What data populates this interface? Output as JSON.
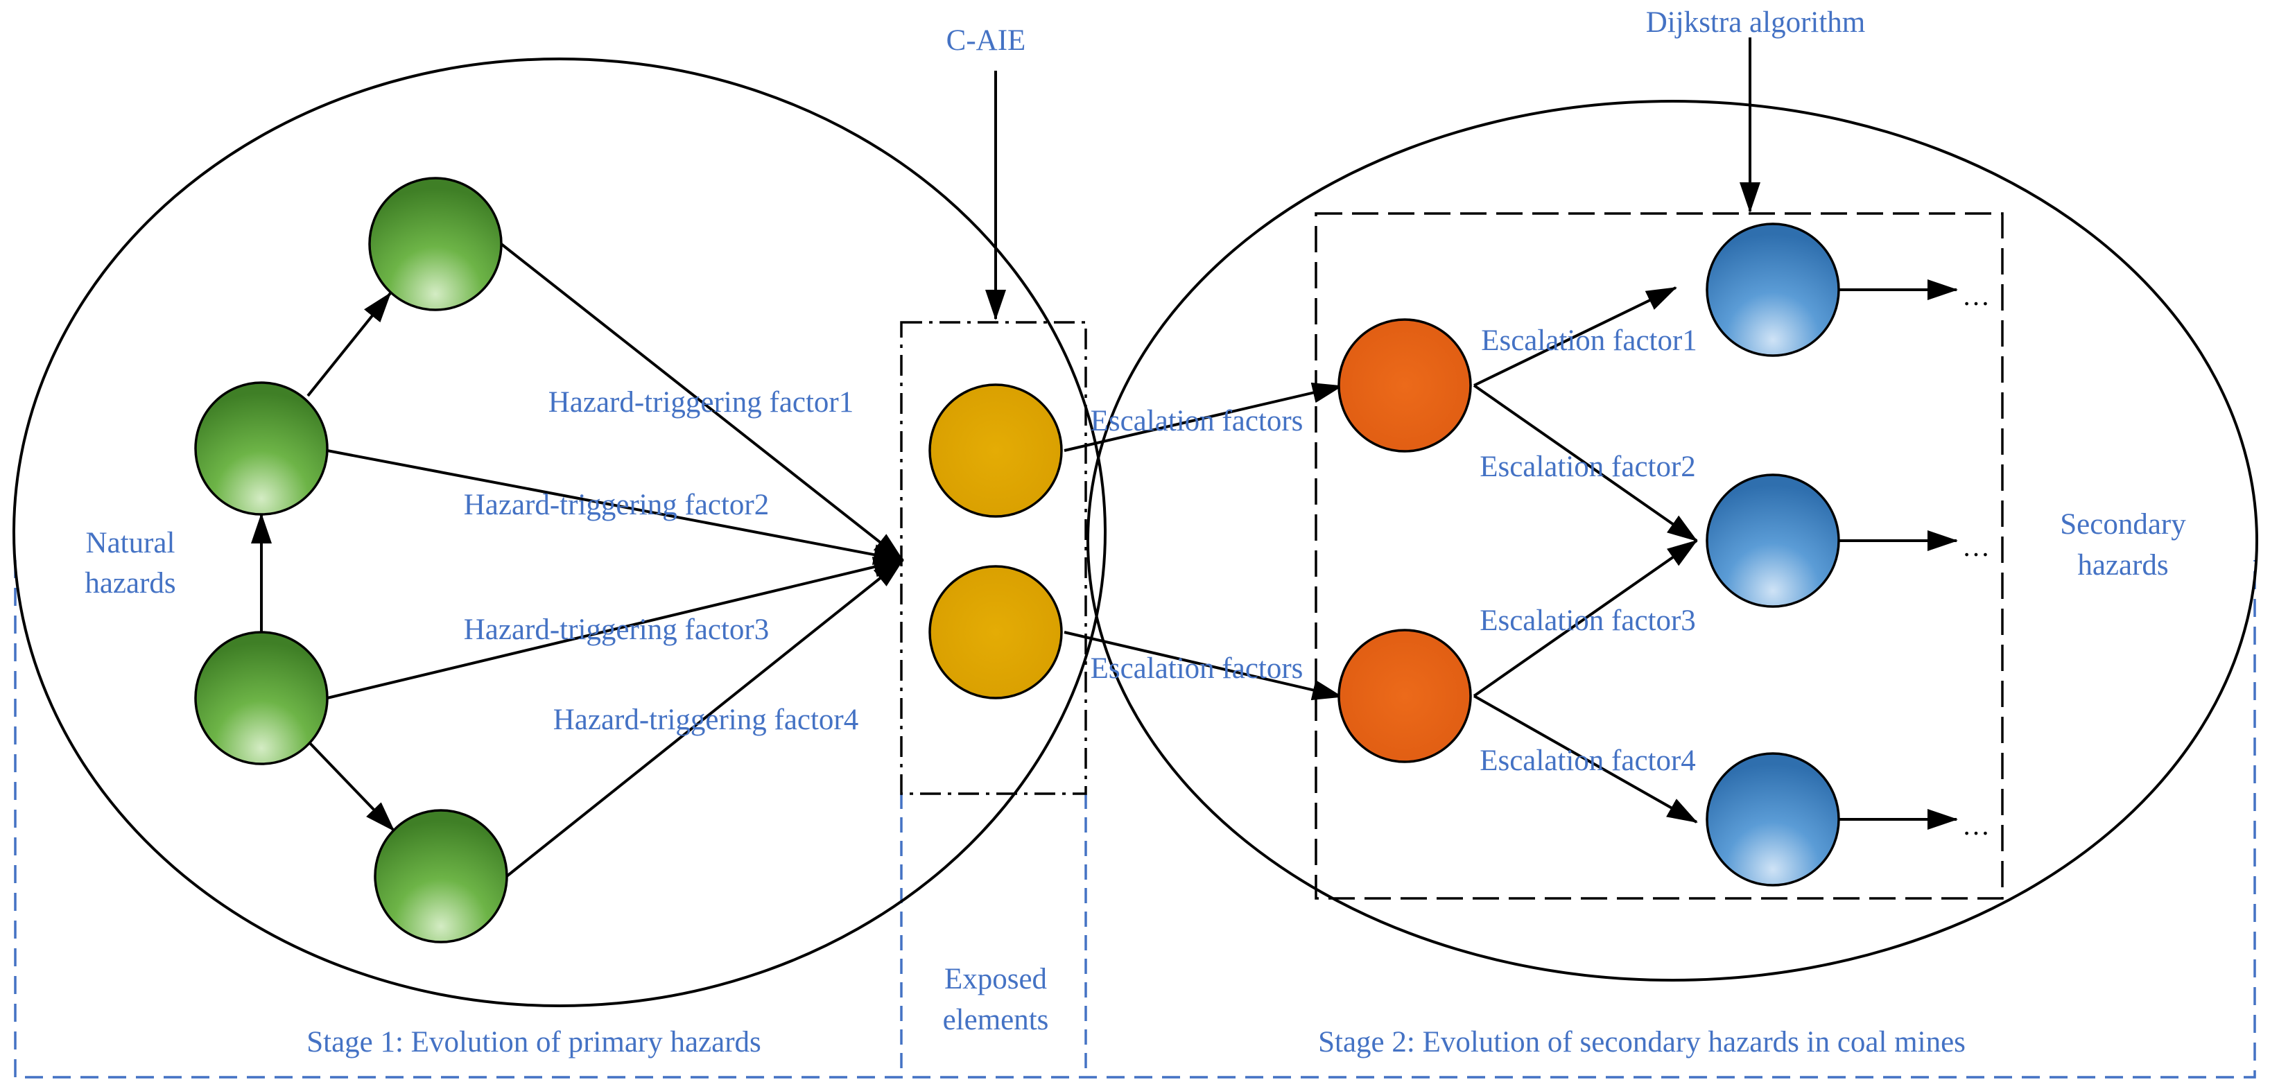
{
  "top_labels": {
    "c_aie": "C-AIE",
    "dijkstra": "Dijkstra algorithm"
  },
  "side_labels": {
    "natural_line1": "Natural",
    "natural_line2": "hazards",
    "secondary_line1": "Secondary",
    "secondary_line2": "hazards",
    "exposed_line1": "Exposed",
    "exposed_line2": "elements"
  },
  "stages": {
    "stage1": "Stage 1: Evolution of primary hazards",
    "stage2": "Stage 2: Evolution of secondary hazards in coal mines"
  },
  "edge_labels": {
    "htf1": "Hazard-triggering factor1",
    "htf2": "Hazard-triggering factor2",
    "htf3": "Hazard-triggering factor3",
    "htf4": "Hazard-triggering factor4",
    "esc_factors_top": "Escalation factors",
    "esc_factors_bottom": "Escalation factors",
    "ef1": "Escalation factor1",
    "ef2": "Escalation factor2",
    "ef3": "Escalation factor3",
    "ef4": "Escalation factor4"
  },
  "ellipsis": {
    "top": "…",
    "middle": "…",
    "bottom": "…"
  },
  "colors": {
    "label_blue": "#4472C4",
    "primary_node": "#5AA33C",
    "exposed_node": "#E0A800",
    "escalation_node": "#E8661C",
    "secondary_node": "#3E86C6"
  }
}
